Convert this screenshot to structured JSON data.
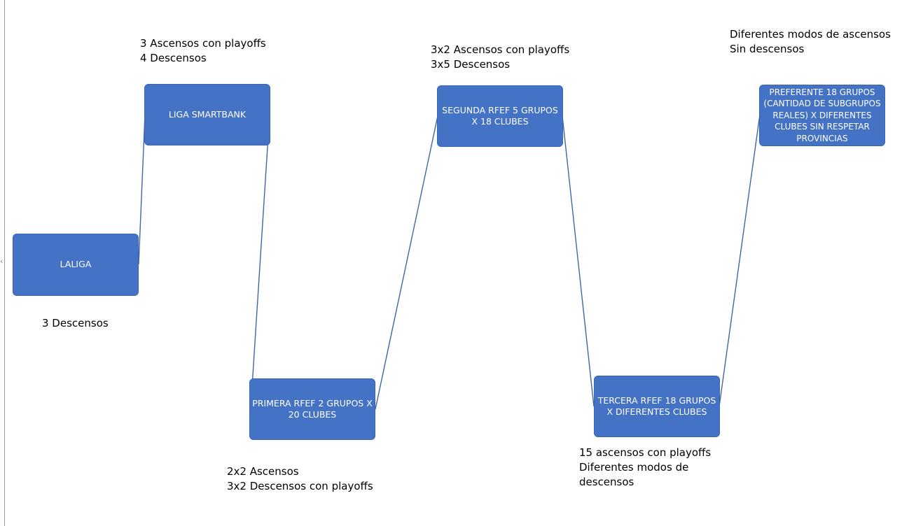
{
  "diagram": {
    "nodes": {
      "laliga": "LALIGA",
      "smartbank": "LIGA SMARTBANK",
      "primera": "PRIMERA RFEF 2 GRUPOS X 20 CLUBES",
      "segunda": "SEGUNDA RFEF 5 GRUPOS X 18 CLUBES",
      "tercera": "TERCERA RFEF 18 GRUPOS X DIFERENTES CLUBES",
      "preferente": "PREFERENTE 18 GRUPOS (CANTIDAD DE SUBGRUPOS REALES) X DIFERENTES CLUBES SIN RESPETAR PROVINCIAS"
    },
    "notes": {
      "laliga": "3 Descensos",
      "smartbank": "3 Ascensos con playoffs\n4 Descensos",
      "primera": "2x2 Ascensos\n3x2 Descensos con playoffs",
      "segunda": "3x2 Ascensos con playoffs\n3x5 Descensos",
      "tercera": "15 ascensos con playoffs\nDiferentes modos de\ndescensos",
      "preferente": "Diferentes modos de ascensos\nSin descensos"
    },
    "colors": {
      "node_fill": "#4472c4",
      "node_text": "#ffffff",
      "connector": "#3f66a8",
      "note_text": "#000000"
    }
  }
}
